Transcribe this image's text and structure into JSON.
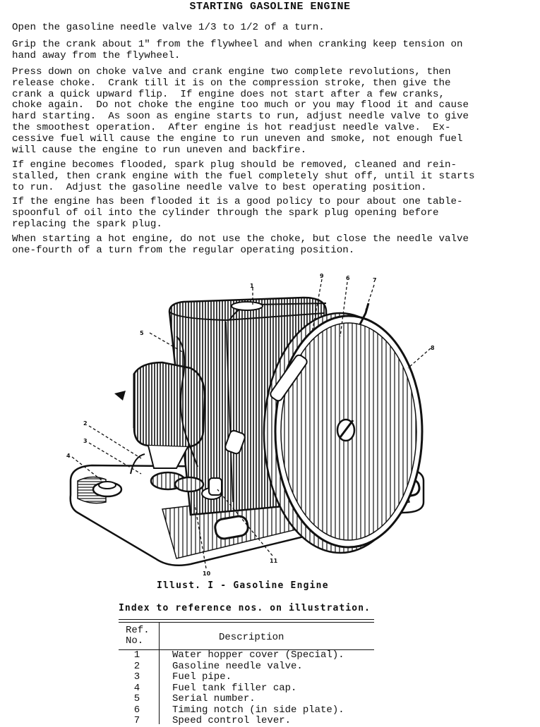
{
  "title": "STARTING GASOLINE ENGINE",
  "paragraphs": [
    "Open the gasoline needle valve 1/3 to 1/2 of a turn.",
    "Grip the crank about 1\" from the flywheel and when cranking keep tension on\nhand away from the flywheel.",
    "Press down on choke valve and crank engine two complete revolutions, then\nrelease choke.  Crank till it is on the compression stroke, then give the\ncrank a quick upward flip.  If engine does not start after a few cranks,\nchoke again.  Do not choke the engine too much or you may flood it and cause\nhard starting.  As soon as engine starts to run, adjust needle valve to give\nthe smoothest operation.  After engine is hot readjust needle valve.  Ex-\ncessive fuel will cause the engine to run uneven and smoke, not enough fuel\nwill cause the engine to run uneven and backfire.",
    "If engine becomes flooded, spark plug should be removed, cleaned and rein-\nstalled, then crank engine with the fuel completely shut off, until it starts\nto run.  Adjust the gasoline needle valve to best operating position.",
    "If the engine has been flooded it is a good policy to pour about one table-\nspoonful of oil into the cylinder through the spark plug opening before\nreplacing the spark plug.",
    "When starting a hot engine, do not use the choke, but close the needle valve\none-fourth of a turn from the regular operating position."
  ],
  "figure": {
    "callouts": [
      "1",
      "2",
      "3",
      "4",
      "5",
      "6",
      "7",
      "8",
      "9",
      "10",
      "11"
    ]
  },
  "caption": "Illust. I - Gasoline Engine",
  "index_title": "Index to reference nos. on illustration.",
  "table": {
    "header_ref": "Ref.\nNo.",
    "header_desc": "Description",
    "rows": [
      {
        "ref": "1",
        "desc": "Water hopper cover (Special)."
      },
      {
        "ref": "2",
        "desc": "Gasoline needle valve."
      },
      {
        "ref": "3",
        "desc": "Fuel pipe."
      },
      {
        "ref": "4",
        "desc": "Fuel tank filler cap."
      },
      {
        "ref": "5",
        "desc": "Serial number."
      },
      {
        "ref": "6",
        "desc": "Timing notch (in side plate)."
      },
      {
        "ref": "7",
        "desc": "Speed control lever."
      }
    ]
  }
}
